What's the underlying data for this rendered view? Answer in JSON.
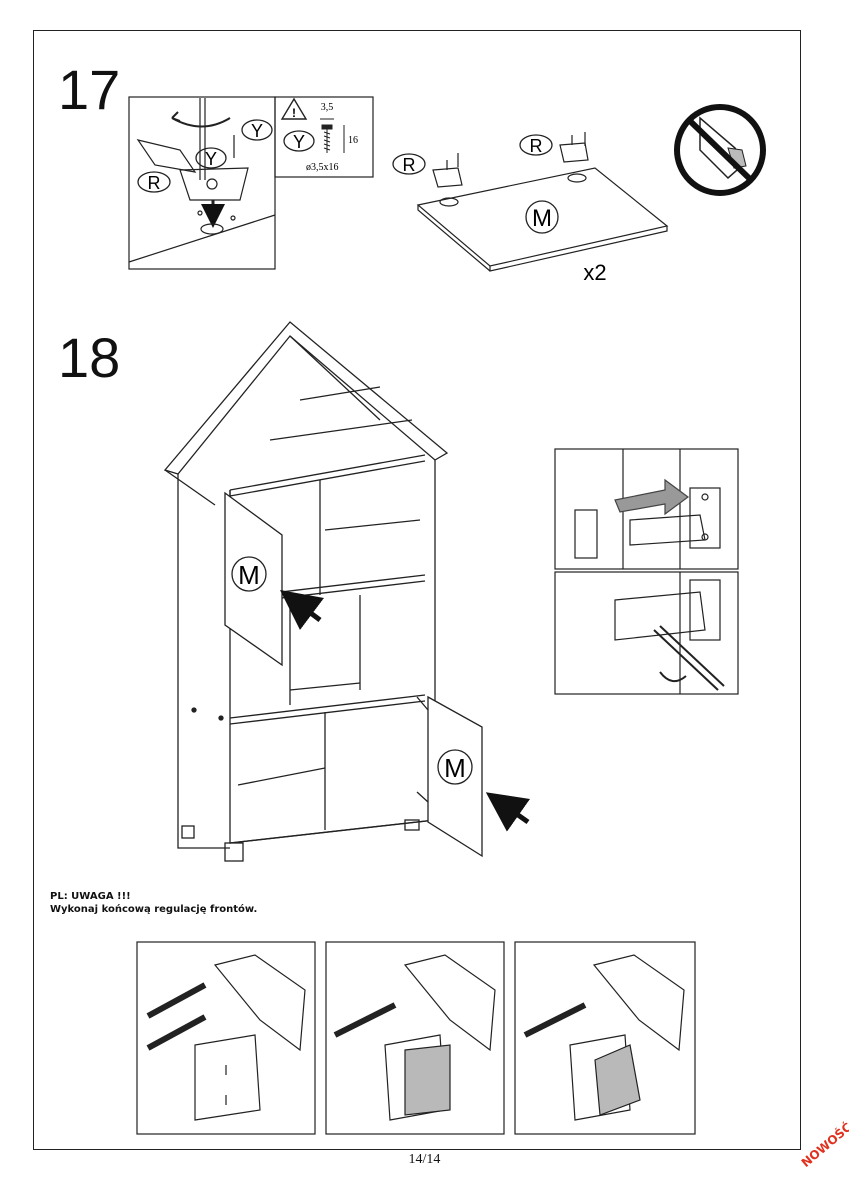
{
  "steps": {
    "step17": {
      "number": "17",
      "part_labels": {
        "y": "Y",
        "r": "R",
        "m": "M"
      },
      "screw_spec": {
        "width": "3,5",
        "length": "16",
        "size": "ø3,5x16"
      },
      "quantity": "x2"
    },
    "step18": {
      "number": "18",
      "part_label": "M"
    }
  },
  "note": {
    "line1": "PL: UWAGA !!!",
    "line2": "Wykonaj końcową regulację frontów."
  },
  "footer": {
    "page": "14/14",
    "stamp": "NOWOŚĆ"
  },
  "colors": {
    "line": "#222222",
    "stamp": "#e0321e",
    "adjust_fill": "#b9b9b9"
  },
  "icons": [
    "warning-triangle-icon",
    "no-power-drill-icon",
    "rotate-arrow-icon",
    "push-arrow-icon"
  ]
}
